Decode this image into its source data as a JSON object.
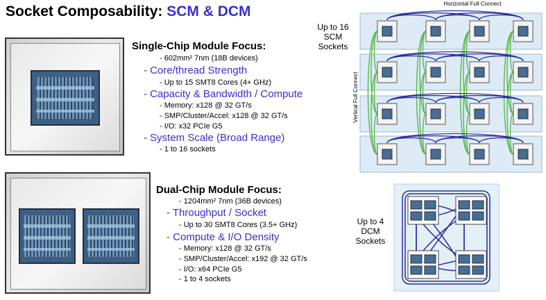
{
  "title": {
    "main": "Socket Composability: ",
    "accent": "SCM & DCM"
  },
  "scm": {
    "heading": "Single-Chip Module Focus:",
    "spec": "- 602mm² 7nm (18B devices)",
    "h_core": "- Core/thread Strength",
    "b_core": "- Up to 15 SMT8 Cores (4+ GHz)",
    "h_cap": "- Capacity & Bandwidth / Compute",
    "b_mem": "- Memory: x128 @ 32 GT/s",
    "b_smp": "- SMP/Cluster/Accel: x128 @ 32 GT/s",
    "b_io": "- I/O: x32 PCIe G5",
    "h_scale": "- System Scale (Broad Range)",
    "b_scale": "- 1 to 16 sockets",
    "sockets_label": "Up to 16 SCM Sockets",
    "horizontal_label": "Horizontal Full Connect",
    "vertical_label": "Vertical Full Connect"
  },
  "dcm": {
    "heading": "Dual-Chip Module Focus:",
    "spec": "- 1204mm² 7nm (36B devices)",
    "h_thr": "- Throughput / Socket",
    "b_thr": "- Up to 30 SMT8 Cores (3.5+ GHz)",
    "h_comp": "- Compute & I/O Density",
    "b_mem": "- Memory: x128 @ 32 GT/s",
    "b_smp": "- SMP/Cluster/Accel: x192 @ 32 GT/s",
    "b_io": "- I/O: x64 PCIe G5",
    "b_sock": "- 1 to 4 sockets",
    "sockets_label": "Up to 4 DCM Sockets"
  },
  "colors": {
    "accent": "#3a2fd0",
    "link": "#5ab848",
    "bus": "#2a2a9e",
    "die": "#3e5f82"
  }
}
